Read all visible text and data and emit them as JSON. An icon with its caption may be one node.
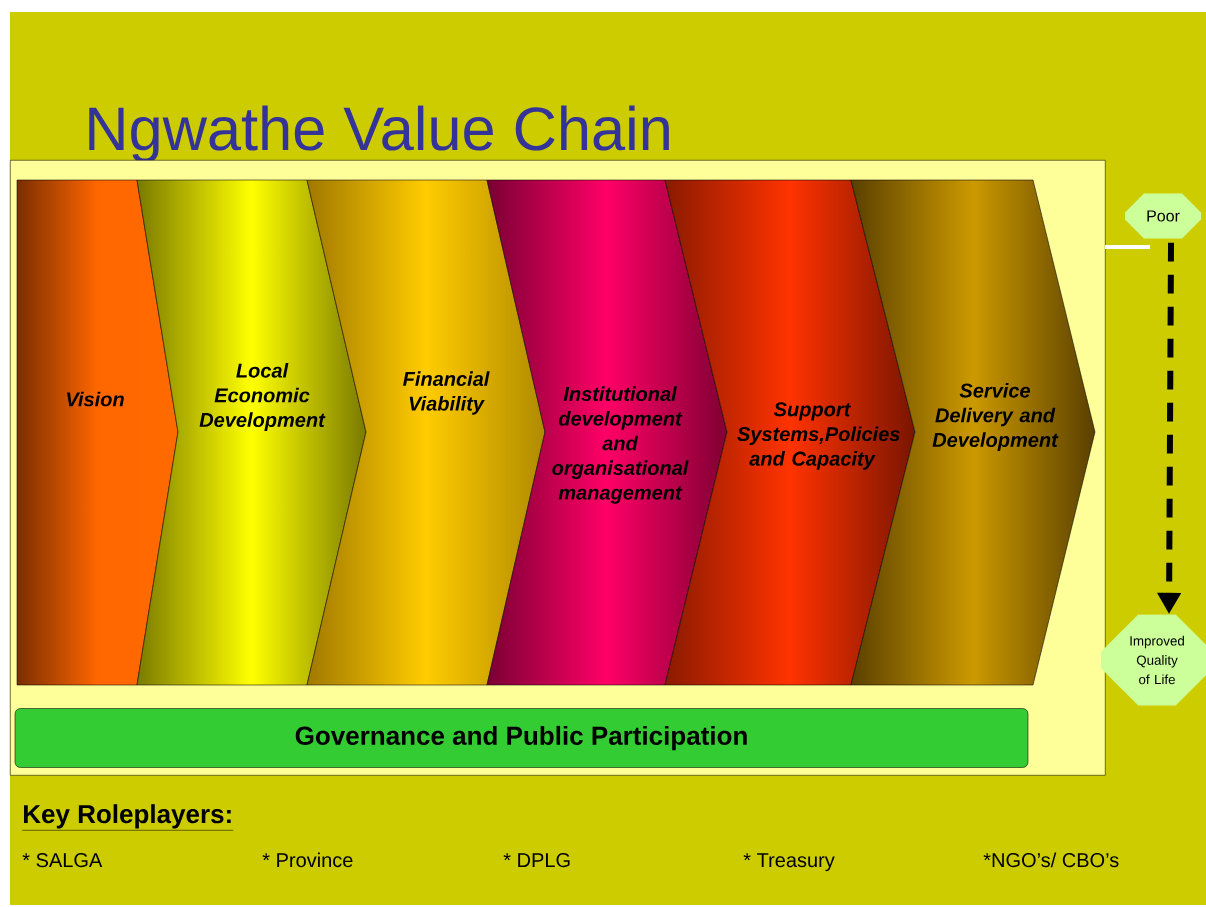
{
  "diagram": {
    "title": "Ngwathe Value Chain",
    "nodes": [
      {
        "text": [],
        "shape": "box"
      },
      {
        "text": [
          "Vision"
        ],
        "in": 0
      },
      {
        "text": [
          "Local Economic Development"
        ],
        "in": 0
      },
      {
        "text": [
          "Financial Viability"
        ],
        "in": 0
      },
      {
        "text": [
          "Institutional development and organisational management"
        ],
        "in": 0
      },
      {
        "text": [
          "Support Systems,Policies and Capacity"
        ],
        "in": 0
      },
      {
        "text": [
          "Service Delivery and Development"
        ],
        "in": 0
      },
      {
        "text": [
          "Governance and Public Participation"
        ],
        "in": 0
      },
      {
        "text": [
          "Poor"
        ]
      },
      {
        "text": [
          "Improved Quality of Life"
        ]
      }
    ],
    "edges": [
      {
        "from": 8,
        "to": 9,
        "arrow": "to",
        "style": "dashed"
      }
    ],
    "labels": [
      "Key Roleplayers:",
      "* SALGA",
      "* Province",
      "* DPLG",
      "* Treasury",
      "*NGO’s/ CBO’s"
    ]
  }
}
